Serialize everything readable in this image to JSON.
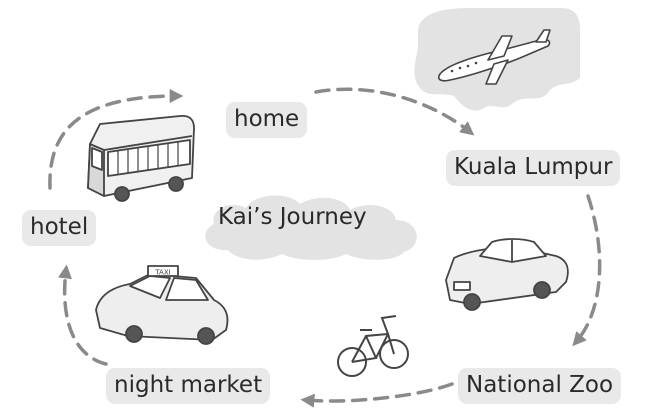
{
  "diagram": {
    "center_title": "Kai’s Journey",
    "stops": [
      {
        "id": "home",
        "label": "home"
      },
      {
        "id": "kuala-lumpur",
        "label": "Kuala Lumpur"
      },
      {
        "id": "national-zoo",
        "label": "National Zoo"
      },
      {
        "id": "night-market",
        "label": "night market"
      },
      {
        "id": "hotel",
        "label": "hotel"
      }
    ],
    "transport": [
      {
        "from": "home",
        "to": "kuala-lumpur",
        "mode": "airplane-icon"
      },
      {
        "from": "kuala-lumpur",
        "to": "national-zoo",
        "mode": "car-icon"
      },
      {
        "from": "national-zoo",
        "to": "night-market",
        "mode": "bicycle-icon"
      },
      {
        "from": "night-market",
        "to": "hotel",
        "mode": "taxi-icon"
      },
      {
        "from": "hotel",
        "to": "home",
        "mode": "bus-icon"
      }
    ],
    "taxi_sign": "TAXI",
    "colors": {
      "label_background": "#e9e9e9",
      "cloud": "#e3e3e3",
      "arrow": "#8a8a8a",
      "line": "#444444"
    }
  }
}
